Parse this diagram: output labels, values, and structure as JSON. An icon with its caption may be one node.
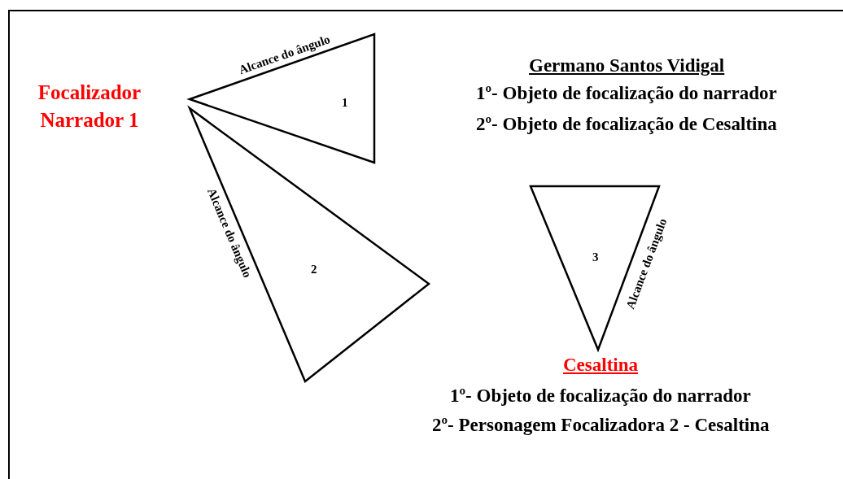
{
  "diagram": {
    "nodes": [
      {
        "text": [
          "1"
        ],
        "beside": [
          "Alcance do ângulo"
        ]
      },
      {
        "text": [
          "2"
        ],
        "beside": [
          "Alcance do ângulo"
        ]
      },
      {
        "text": [
          "3"
        ],
        "beside": [
          "Alcance do ângulo"
        ]
      }
    ],
    "labels": [
      "Focalizador Narrador 1",
      "Germano Santos Vidigal",
      "1º- Objeto de focalização do narrador",
      "2º- Objeto de focalização de Cesaltina",
      "Cesaltina",
      "1º- Objeto de focalização do narrador",
      "2º-  Personagem Focalizadora 2 - Cesaltina"
    ]
  }
}
